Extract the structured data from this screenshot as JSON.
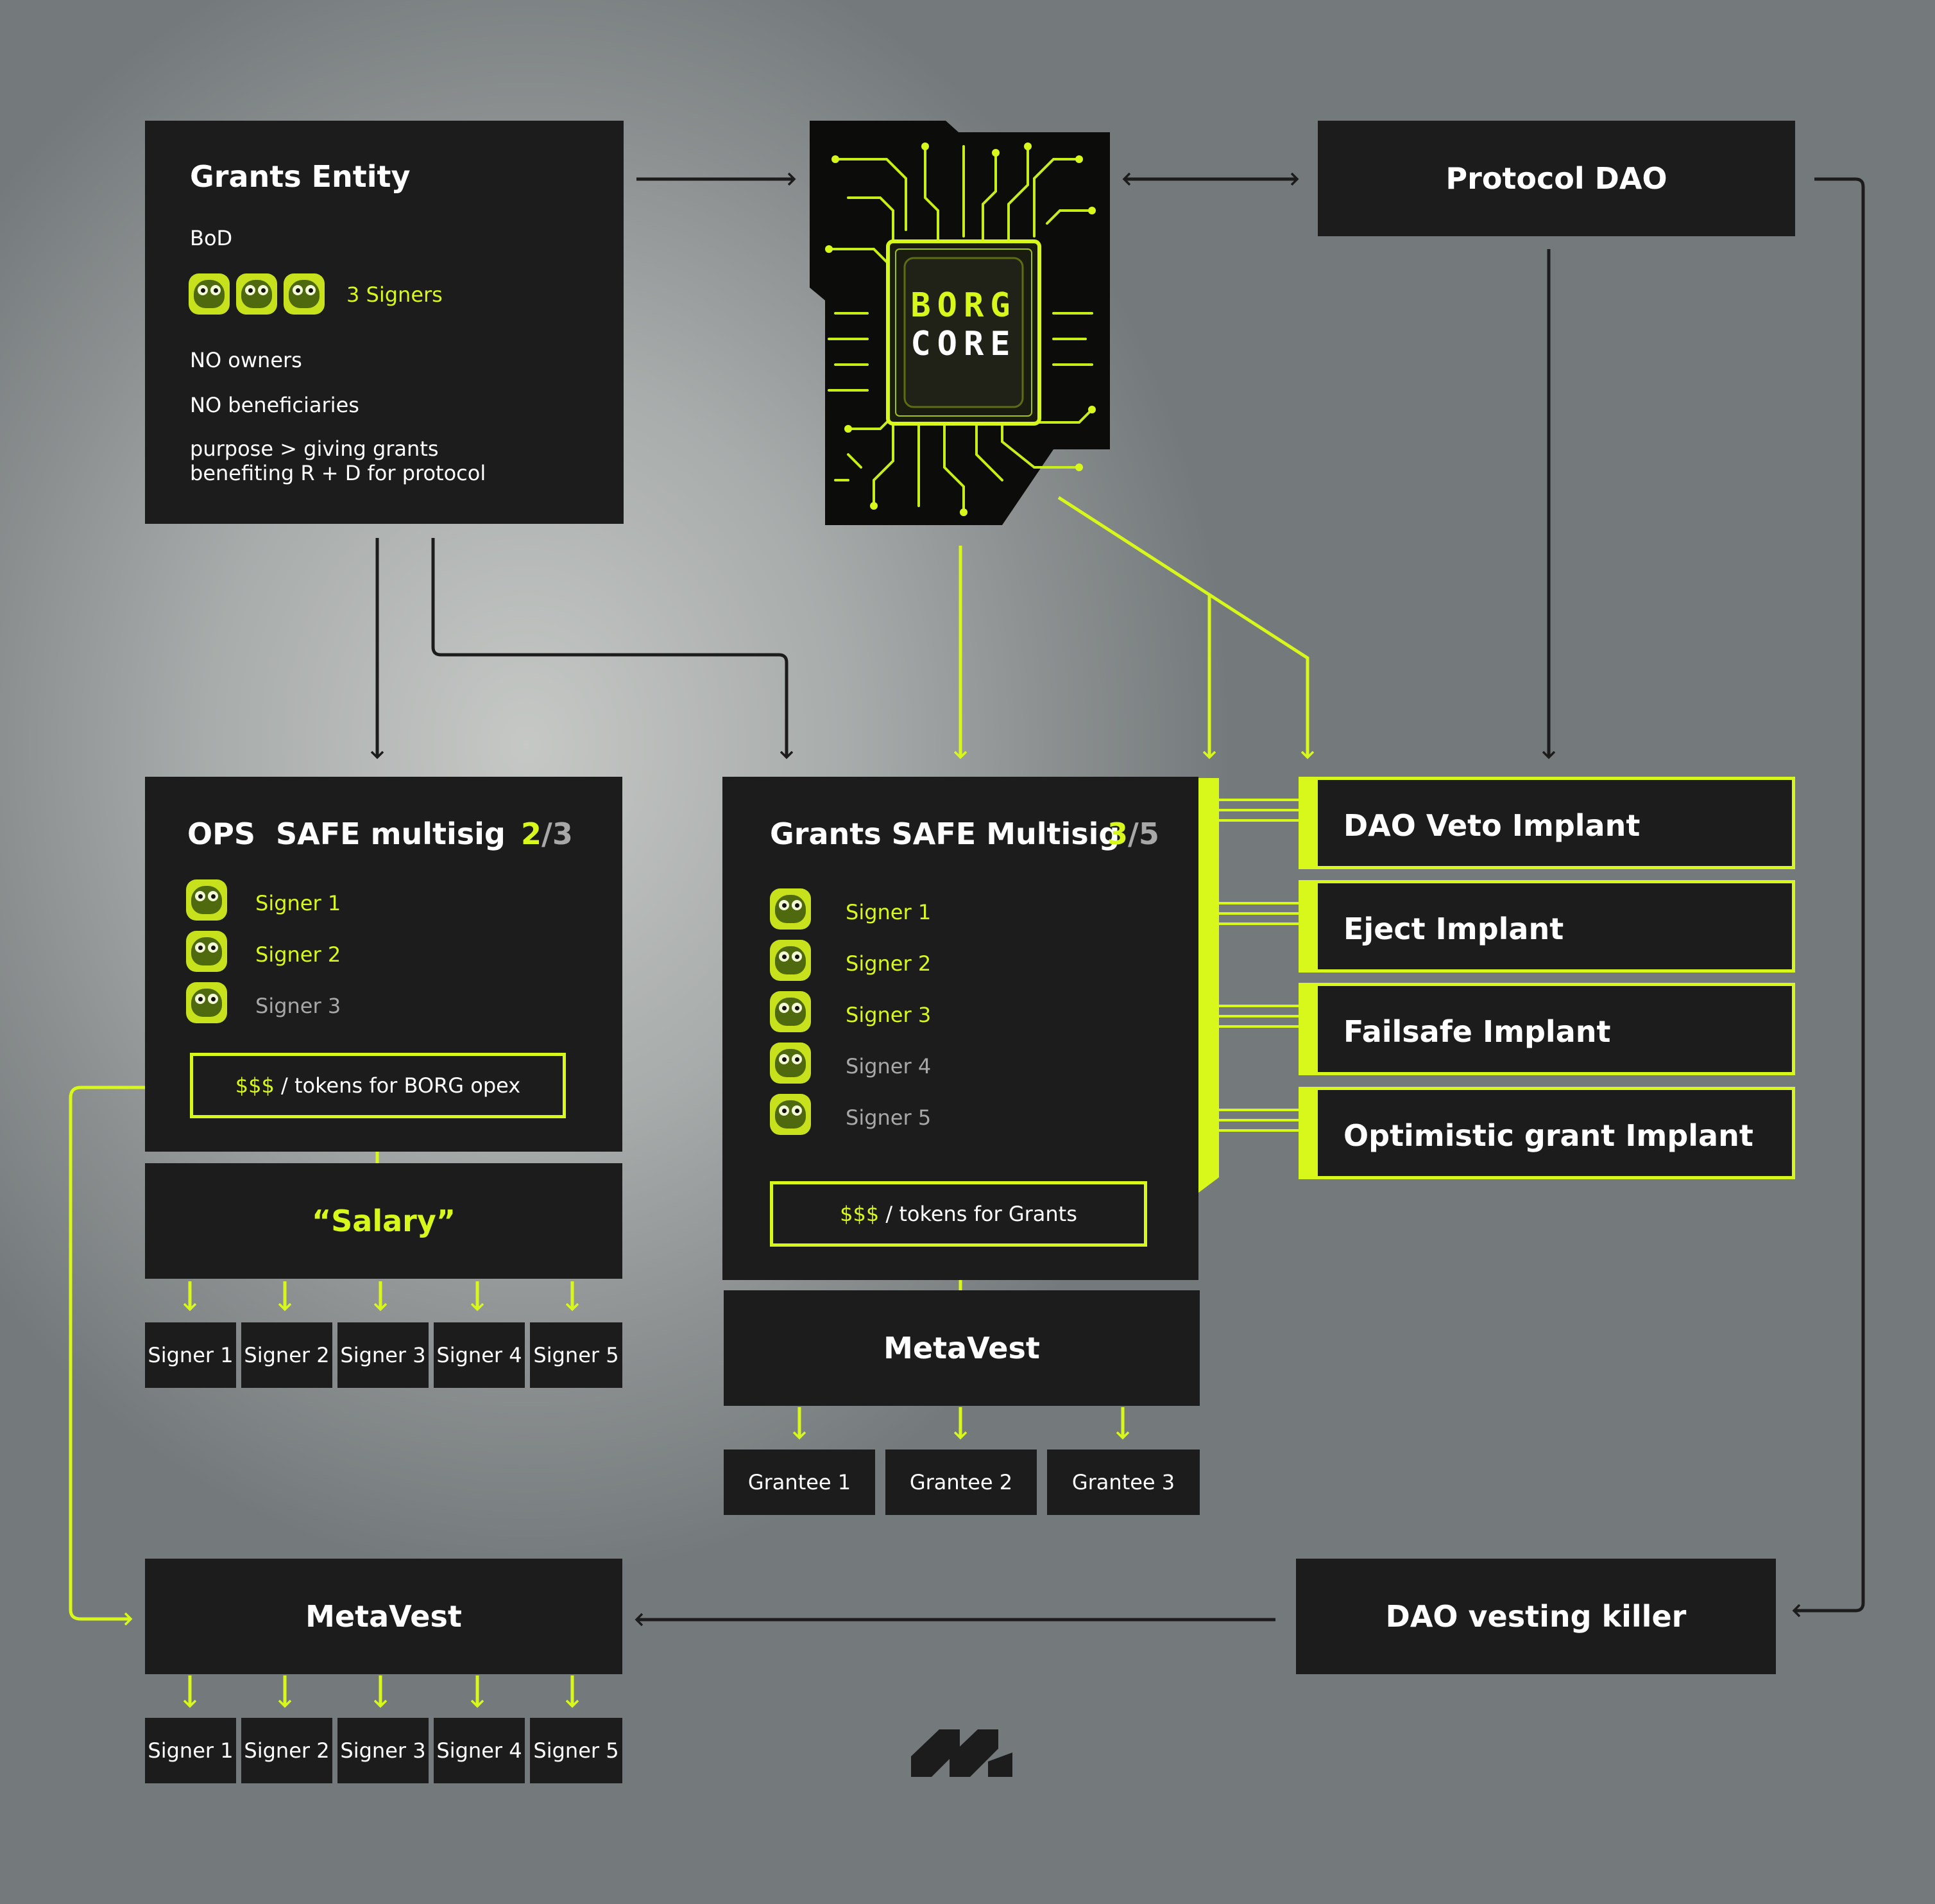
{
  "grants_entity": {
    "title": "Grants Entity",
    "bod_label": "BoD",
    "signers_label": "3 Signers",
    "line1": "NO owners",
    "line2": "NO beneficiaries",
    "purpose1": "purpose > giving grants",
    "purpose2": "benefiting R + D for protocol"
  },
  "borg_core": {
    "line1": "BORG",
    "line2": "CORE"
  },
  "protocol_dao": {
    "title": "Protocol DAO"
  },
  "ops_safe": {
    "title": "OPS  SAFE multisig",
    "threshold_num": "2",
    "threshold_den": "/3",
    "signers": [
      "Signer 1",
      "Signer 2",
      "Signer 3"
    ],
    "tokens_prefix": "$$$",
    "tokens_text": " / tokens for BORG opex"
  },
  "salary": {
    "title": "“Salary”"
  },
  "salary_signers": [
    "Signer 1",
    "Signer 2",
    "Signer 3",
    "Signer 4",
    "Signer 5"
  ],
  "grants_safe": {
    "title": "Grants SAFE Multisig",
    "threshold_num": "3",
    "threshold_den": "/5",
    "signers": [
      "Signer 1",
      "Signer 2",
      "Signer 3",
      "Signer 4",
      "Signer 5"
    ],
    "tokens_prefix": "$$$",
    "tokens_text": " / tokens for Grants"
  },
  "implants": [
    "DAO Veto Implant",
    "Eject Implant",
    "Failsafe Implant",
    "Optimistic grant Implant"
  ],
  "metavest_grants": {
    "title": "MetaVest"
  },
  "grantees": [
    "Grantee 1",
    "Grantee 2",
    "Grantee 3"
  ],
  "metavest_ops": {
    "title": "MetaVest"
  },
  "metavest_signers": [
    "Signer 1",
    "Signer 2",
    "Signer 3",
    "Signer 4",
    "Signer 5"
  ],
  "dao_vesting_killer": {
    "title": "DAO vesting killer"
  },
  "colors": {
    "accent": "#d8f81b",
    "box": "#1c1c1c",
    "line": "#1c1c1c",
    "muted": "#a8a8a8"
  },
  "icons": [
    "frog-avatar-icon",
    "borg-core-chip-icon",
    "metalex-logo-icon"
  ]
}
